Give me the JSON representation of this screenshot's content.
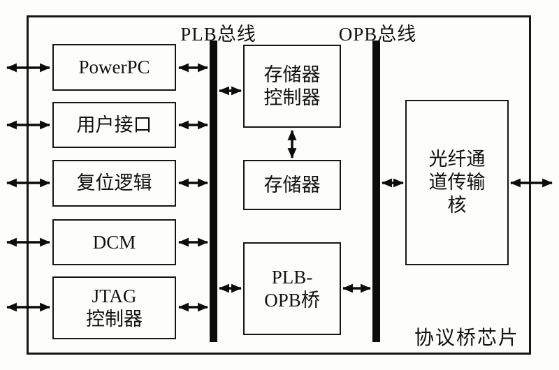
{
  "diagram": {
    "chip_label": "协议桥芯片",
    "buses": [
      {
        "id": "plb",
        "label": "PLB总线"
      },
      {
        "id": "opb",
        "label": "OPB总线"
      }
    ],
    "left_blocks": [
      {
        "id": "powerpc",
        "label": "PowerPC"
      },
      {
        "id": "user-interface",
        "label": "用户接口"
      },
      {
        "id": "reset-logic",
        "label": "复位逻辑"
      },
      {
        "id": "dcm",
        "label": "DCM"
      },
      {
        "id": "jtag-controller",
        "label": "JTAG\n控制器"
      }
    ],
    "middle_blocks": [
      {
        "id": "memory-controller",
        "label": "存储器\n控制器"
      },
      {
        "id": "memory",
        "label": "存储器"
      },
      {
        "id": "plb-opb-bridge",
        "label": "PLB-\nOPB桥"
      }
    ],
    "right_block": {
      "id": "fibre-channel-core",
      "label": "光纤通\n道传输\n核"
    },
    "colors": {
      "ink": "#111111",
      "bus": "#0c0c0c",
      "background": "#fdfdfc"
    }
  }
}
